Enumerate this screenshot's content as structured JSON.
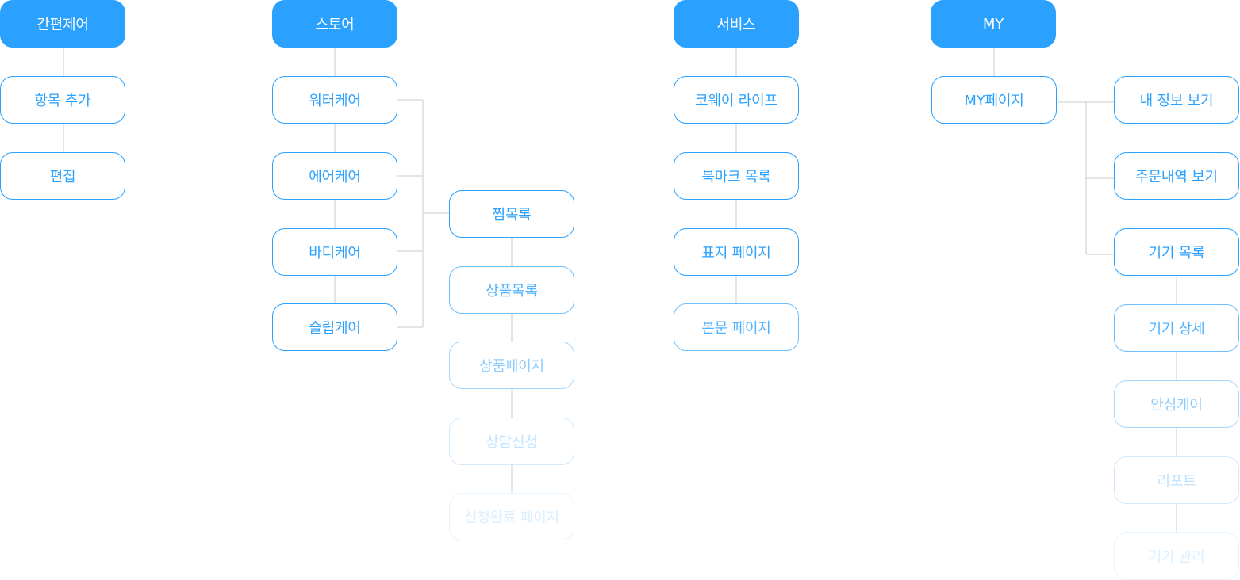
{
  "columns": {
    "quick_control": {
      "header": "간편제어",
      "items": [
        "항목 추가",
        "편집"
      ]
    },
    "store": {
      "header": "스토어",
      "categories": [
        "워터케어",
        "에어케어",
        "바디케어",
        "슬립케어"
      ],
      "flow": [
        "찜목록",
        "상품목록",
        "상품페이지",
        "상담신청",
        "신청완료 페이지"
      ]
    },
    "service": {
      "header": "서비스",
      "items": [
        "코웨이 라이프",
        "북마크 목록",
        "표지 페이지",
        "본문 페이지"
      ]
    },
    "my": {
      "header": "MY",
      "page": "MY페이지",
      "branches": [
        "내 정보 보기",
        "주문내역 보기",
        "기기 목록"
      ],
      "device_flow": [
        "기기 상세",
        "안심케어",
        "리포트",
        "기기 관리"
      ]
    }
  },
  "colors": {
    "primary": "#2aa1ff",
    "connector": "#c7ccd2",
    "background": "#ffffff"
  }
}
